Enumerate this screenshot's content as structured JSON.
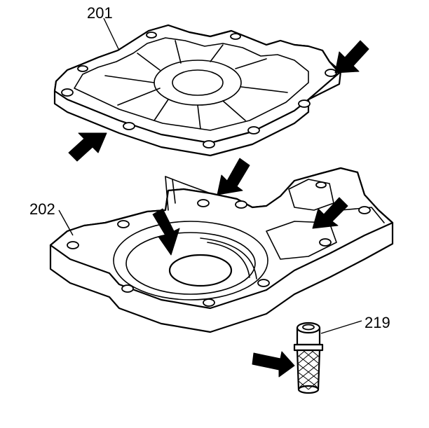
{
  "callouts": {
    "cover": "201",
    "pump_body": "202",
    "screen": "219"
  }
}
